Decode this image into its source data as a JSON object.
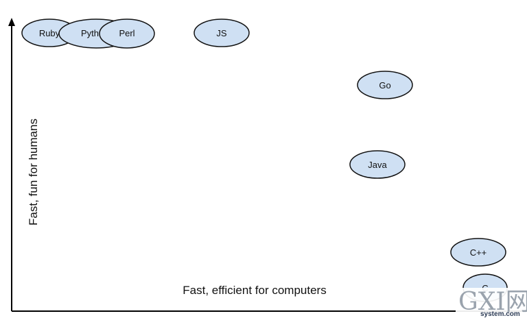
{
  "diagram": {
    "y_axis_label": "Fast, fun for humans",
    "x_axis_label": "Fast, efficient for computers",
    "languages": [
      {
        "label": "Ruby"
      },
      {
        "label": "Pyth"
      },
      {
        "label": "Perl"
      },
      {
        "label": "JS"
      },
      {
        "label": "Go"
      },
      {
        "label": "Java"
      },
      {
        "label": "C++"
      },
      {
        "label": "C"
      }
    ],
    "colors": {
      "bubble_fill": "#cfe0f3",
      "bubble_stroke": "#111111",
      "axis": "#000000"
    }
  },
  "watermark": {
    "main": "GXI网",
    "sub": "system.com"
  }
}
